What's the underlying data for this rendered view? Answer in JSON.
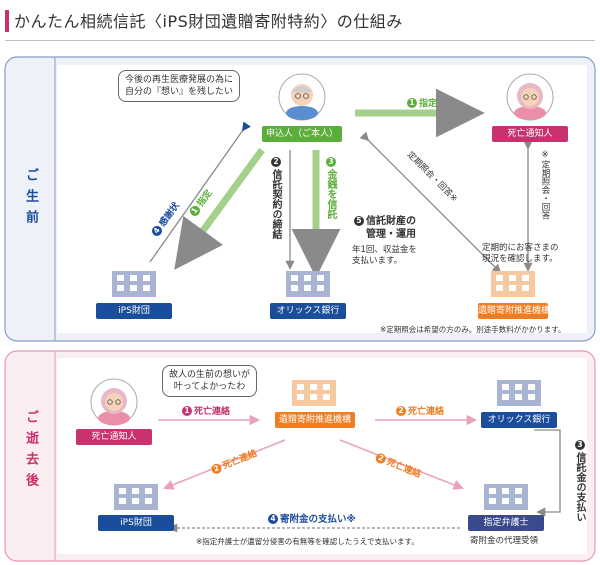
{
  "title": "かんたん相続信託〈iPS財団遺贈寄附特約〉の仕組み",
  "before": {
    "section_label": "ご生前",
    "applicant_bubble_line1": "今後の再生医療発展の為に",
    "applicant_bubble_line2": "自分の『想い』を残したい",
    "applicant_tag": "申込人（ご本人）",
    "notifier_tag": "死亡通知人",
    "ips_tag": "iPS財団",
    "orix_tag": "オリックス銀行",
    "promo_tag": "遺贈寄附推進機構",
    "step1_num": "1",
    "step1_label": "指定",
    "step1b_num": "1",
    "step1b_label": "指定",
    "step2_num": "2",
    "step2_label": "信託契約の締結",
    "step3_num": "3",
    "step3_label": "金銭を信託",
    "step4_num": "4",
    "step4_label": "感謝状",
    "step5_num": "5",
    "step5_line1": "信託財産の",
    "step5_line2": "管理・運用",
    "step5_desc1": "年1回、収益金を",
    "step5_desc2": "支払います。",
    "periodic_left": "定期照会・回答※",
    "periodic_right": "※定期照会・回答",
    "check_desc1": "定期的にお客さまの",
    "check_desc2": "現況を確認します。",
    "footnote": "※定期照会は希望の方のみ。別途手数料がかかります。"
  },
  "after": {
    "section_label": "ご逝去後",
    "notifier_bubble_line1": "故人の生前の想いが",
    "notifier_bubble_line2": "叶ってよかったわ",
    "notifier_tag": "死亡通知人",
    "promo_tag": "遺贈寄附推進機構",
    "orix_tag": "オリックス銀行",
    "ips_tag": "iPS財団",
    "lawyer_tag": "指定弁護士",
    "lawyer_desc": "寄附金の代理受領",
    "step1_num": "1",
    "step1_label": "死亡連絡",
    "step2a_num": "2",
    "step2a_label": "死亡連絡",
    "step2b_num": "2",
    "step2b_label": "死亡連絡",
    "step2c_num": "2",
    "step2c_label": "死亡連絡",
    "step3_num": "3",
    "step3_label": "信託金の支払い",
    "step4_num": "4",
    "step4_label": "寄附金の支払い※",
    "footnote": "※指定弁護士が遺留分侵害の有無等を確認したうえで支払います。"
  },
  "colors": {
    "blue": "#1a4d9c",
    "green": "#5cae3a",
    "orange": "#ef7d22",
    "pink": "#c8326e",
    "before_bg": "#eef1f8",
    "after_bg": "#fbeef2",
    "before_border": "#8c9cc9",
    "after_border": "#e79ab4"
  }
}
